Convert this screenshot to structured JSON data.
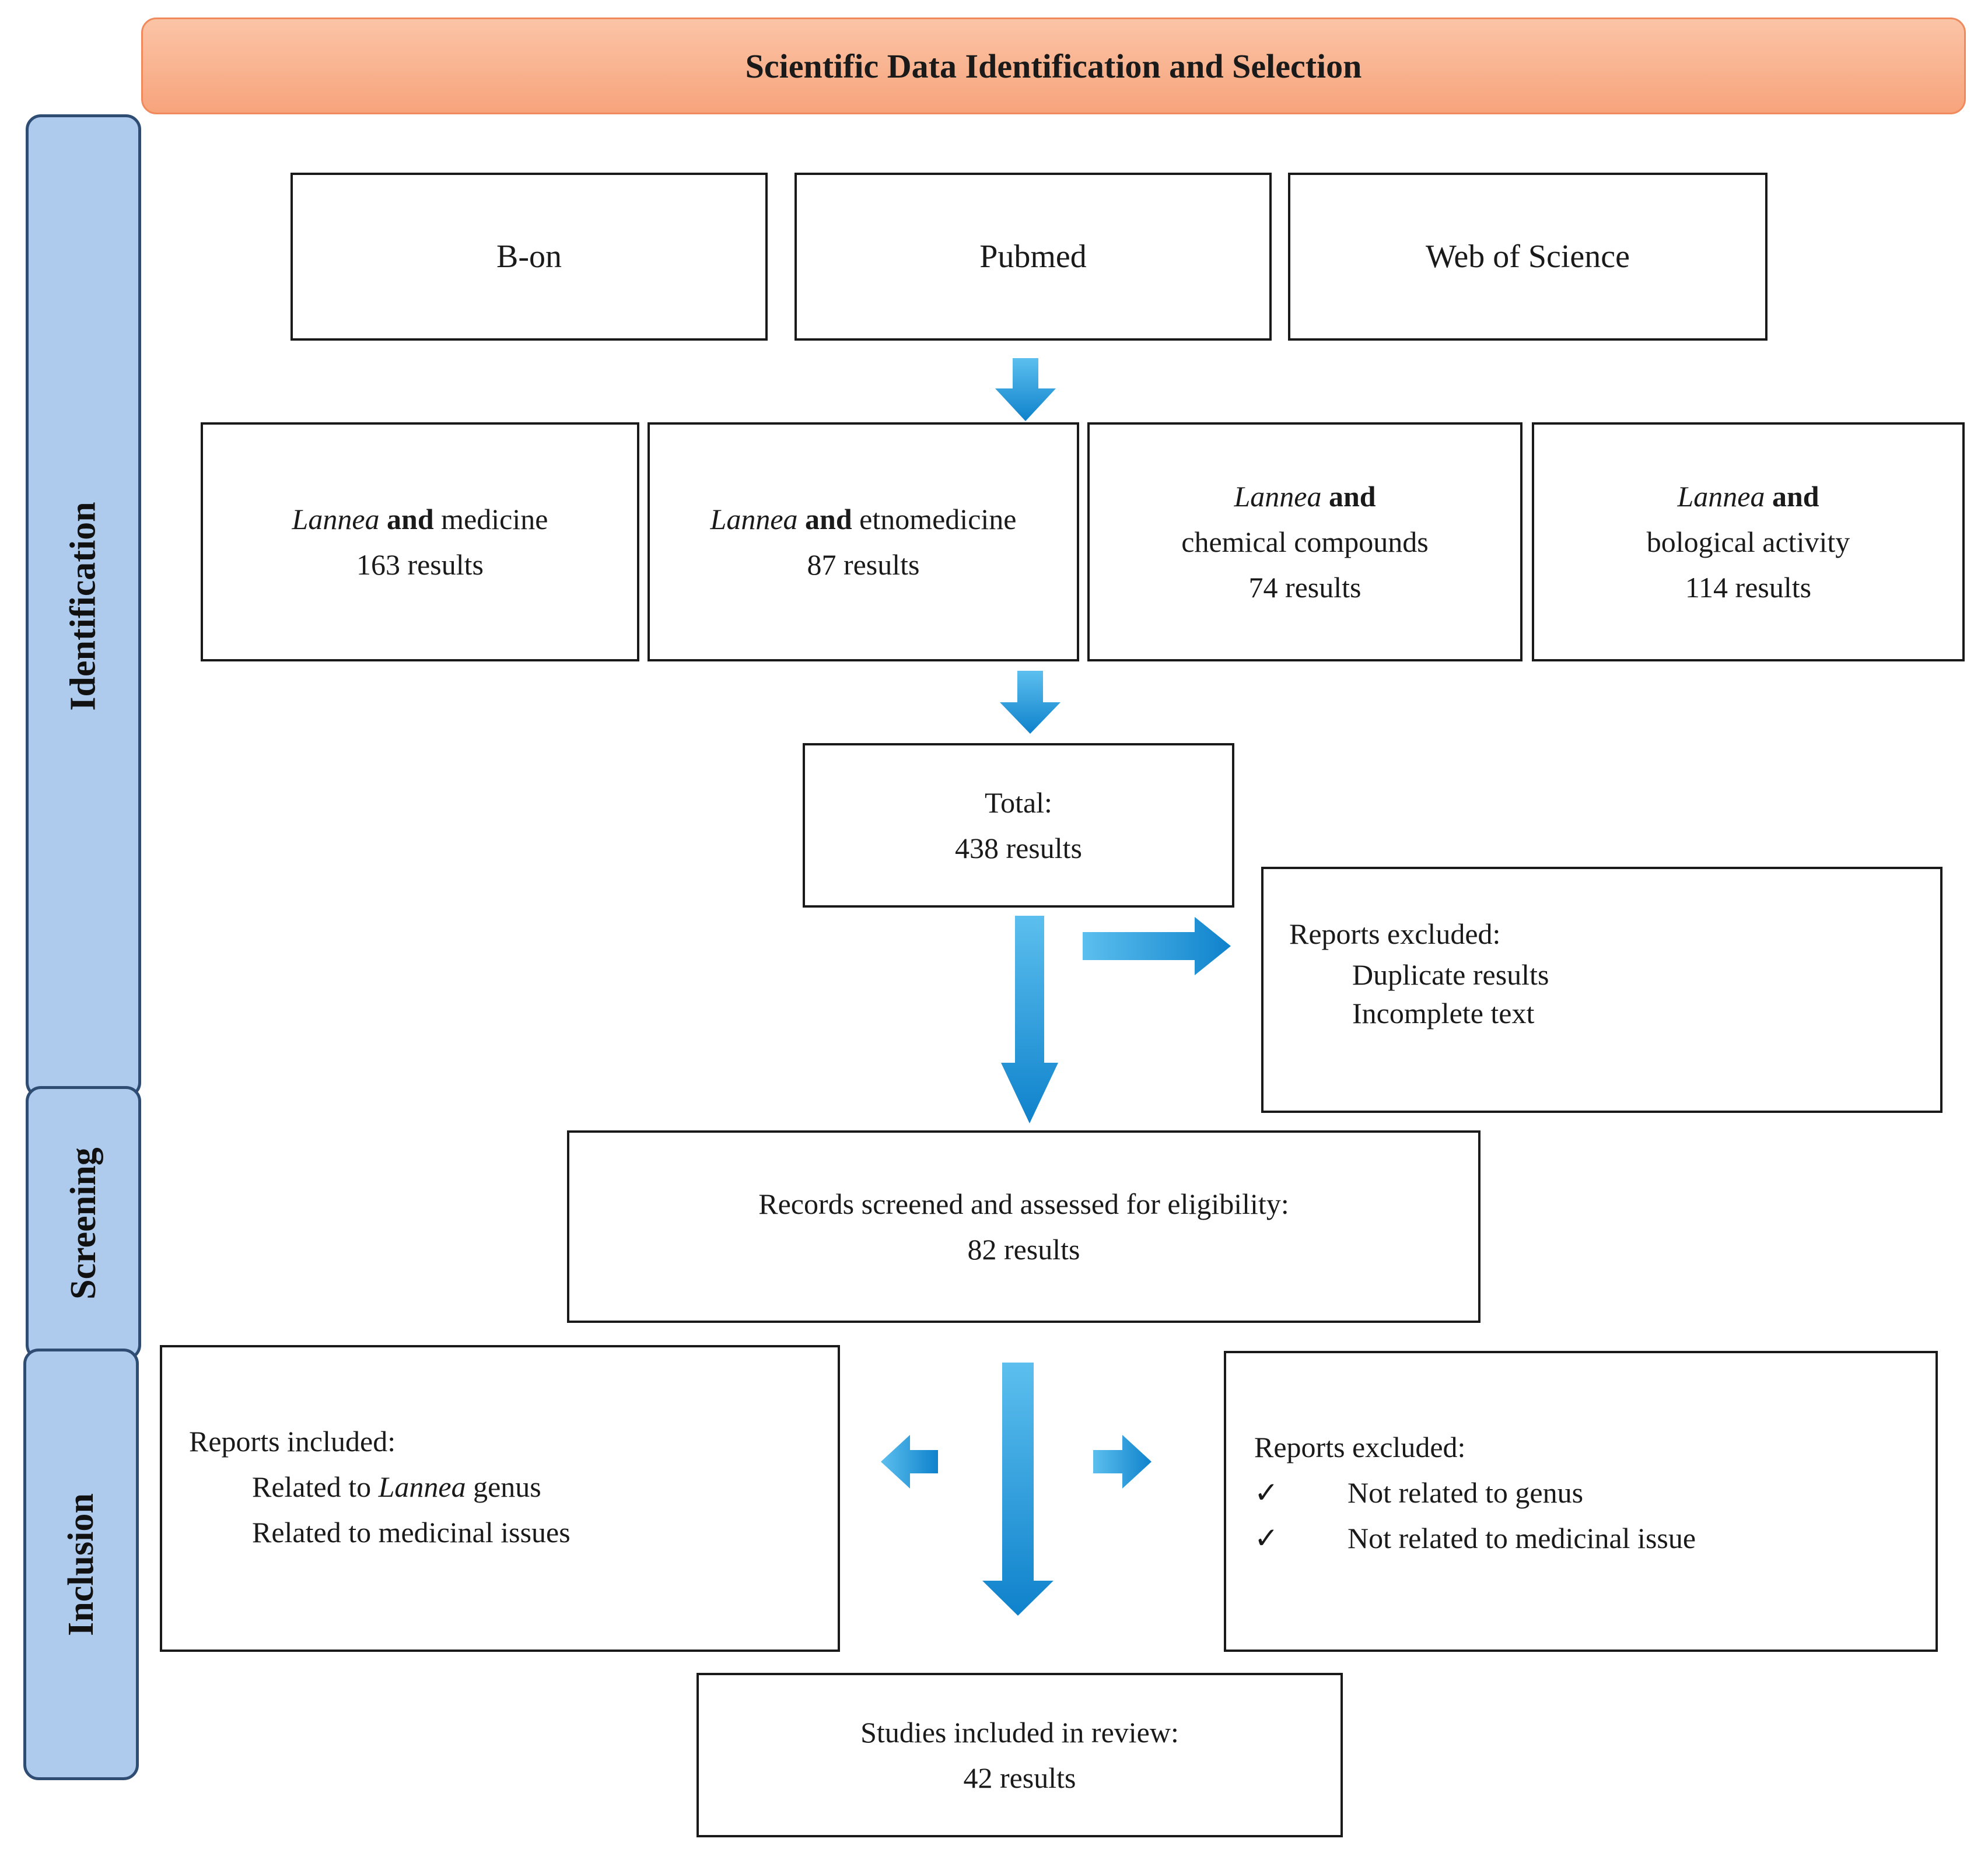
{
  "title": "Scientific Data Identification and Selection",
  "phases": {
    "identification": "Identification",
    "screening": "Screening",
    "inclusion": "Inclusion"
  },
  "databases": [
    "B-on",
    "Pubmed",
    "Web of Science"
  ],
  "searches": [
    {
      "term": "Lannea",
      "connector": "and",
      "topic": "medicine",
      "results": "163 results"
    },
    {
      "term": "Lannea",
      "connector": "and",
      "topic": "etnomedicine",
      "results": "87 results"
    },
    {
      "term": "Lannea",
      "connector": "and",
      "topic": "chemical compounds",
      "results": "74 results"
    },
    {
      "term": "Lannea",
      "connector": "and",
      "topic": "bological activity",
      "results": "114 results"
    }
  ],
  "total": {
    "label": "Total:",
    "results": "438 results"
  },
  "excluded_1": {
    "title": "Reports excluded:",
    "items": [
      "Duplicate results",
      "Incomplete text"
    ]
  },
  "screened": {
    "label": "Records screened and assessed for eligibility:",
    "results": "82 results"
  },
  "included": {
    "title": "Reports included:",
    "item1_prefix": "Related to",
    "item1_term": "Lannea",
    "item1_suffix": "genus",
    "item2": "Related to medicinal issues"
  },
  "excluded_2": {
    "title": "Reports excluded:",
    "check": "✓",
    "items": [
      "Not related to genus",
      "Not related to medicinal issue"
    ]
  },
  "final": {
    "label": "Studies included in review:",
    "results": "42 results"
  },
  "colors": {
    "banner": "#f7a47c",
    "phase": "#aecbee",
    "arrow": "#1a8fd6"
  }
}
